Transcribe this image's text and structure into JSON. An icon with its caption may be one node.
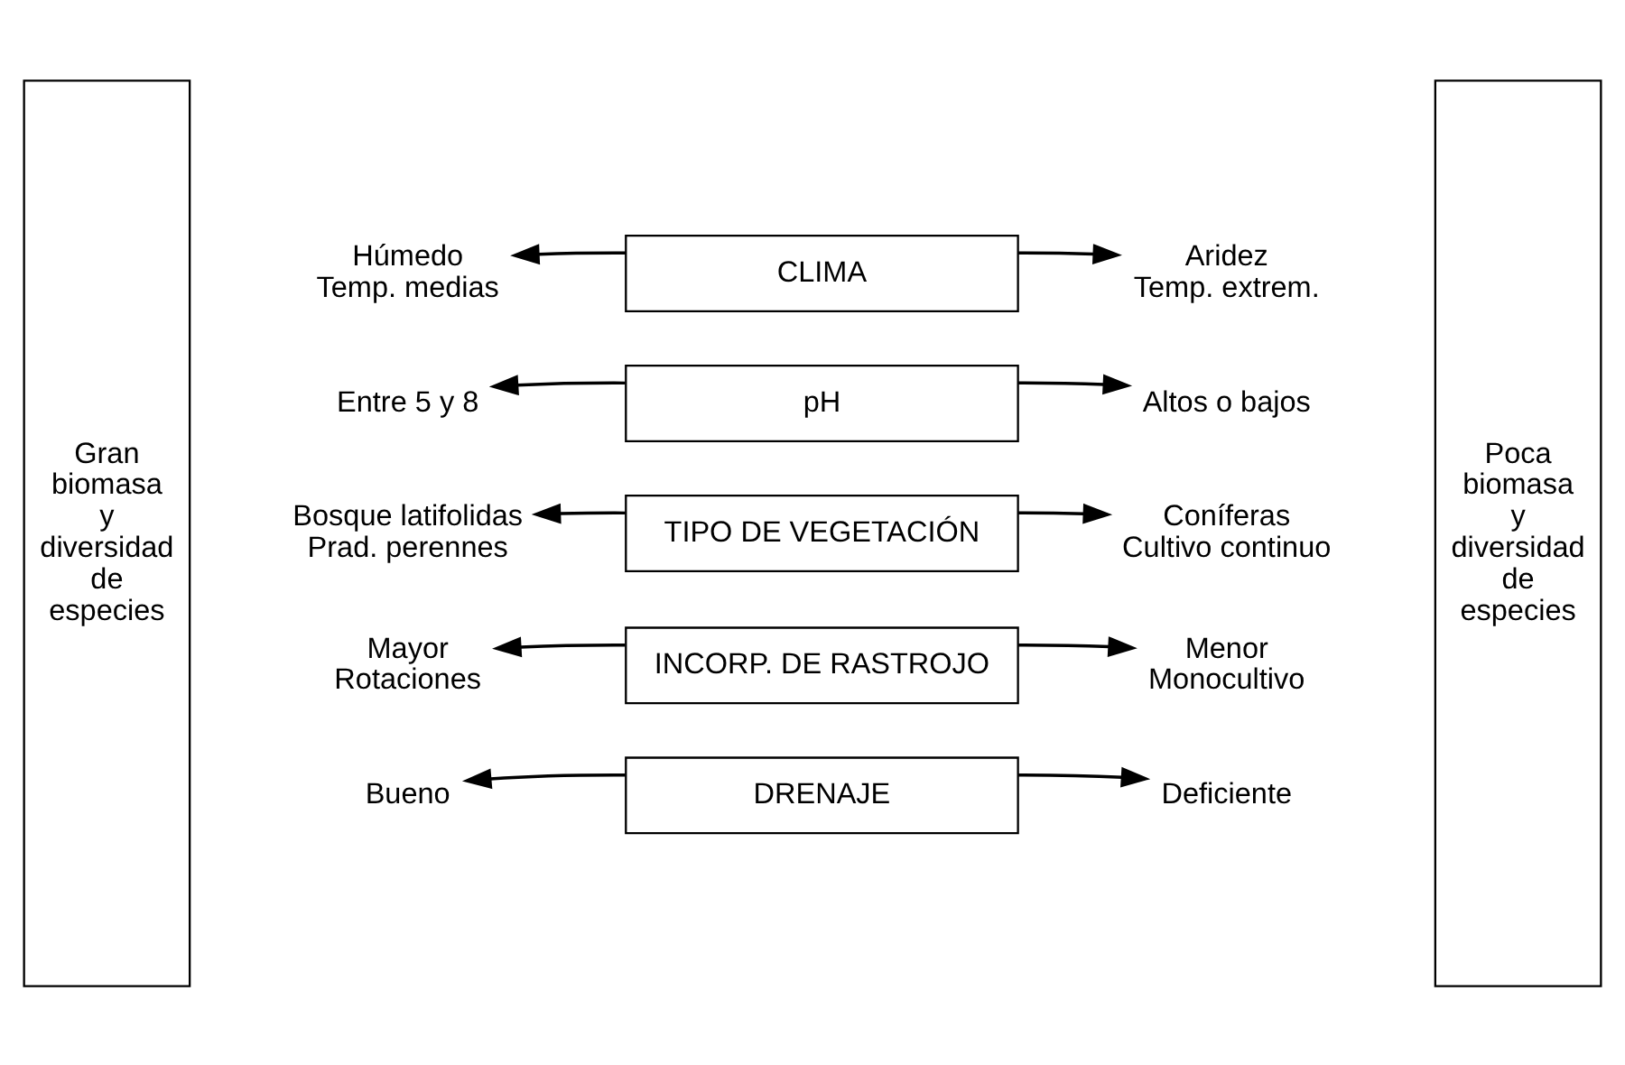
{
  "diagram": {
    "nodes": [
      {
        "text": [
          "Gran biomasa y diversidad de especies"
        ]
      },
      {
        "text": [
          "Húmedo",
          "Temp. medias"
        ]
      },
      {
        "text": [
          "CLIMA"
        ]
      },
      {
        "text": [
          "Aridez",
          "Temp. extrem."
        ]
      },
      {
        "text": [
          "Entre 5 y 8"
        ]
      },
      {
        "text": [
          "pH"
        ]
      },
      {
        "text": [
          "Altos o bajos"
        ]
      },
      {
        "text": [
          "Bosque latifolidas",
          "Prad. perennes"
        ]
      },
      {
        "text": [
          "TIPO DE VEGETACIÓN"
        ]
      },
      {
        "text": [
          "Coníferas",
          "Cultivo continuo"
        ]
      },
      {
        "text": [
          "Mayor",
          "Rotaciones"
        ]
      },
      {
        "text": [
          "INCORP. DE RASTROJO"
        ]
      },
      {
        "text": [
          "Menor",
          "Monocultivo"
        ]
      },
      {
        "text": [
          "Bueno"
        ]
      },
      {
        "text": [
          "DRENAJE"
        ]
      },
      {
        "text": [
          "Deficiente"
        ]
      },
      {
        "text": [
          "Poca biomasa y diversidad de especies"
        ]
      }
    ],
    "edges": [
      {
        "from": 2,
        "to": 1,
        "arrow": "to"
      },
      {
        "from": 2,
        "to": 3,
        "arrow": "to"
      },
      {
        "from": 5,
        "to": 4,
        "arrow": "to"
      },
      {
        "from": 5,
        "to": 6,
        "arrow": "to"
      },
      {
        "from": 8,
        "to": 7,
        "arrow": "to"
      },
      {
        "from": 8,
        "to": 9,
        "arrow": "to"
      },
      {
        "from": 11,
        "to": 10,
        "arrow": "to"
      },
      {
        "from": 11,
        "to": 12,
        "arrow": "to"
      },
      {
        "from": 14,
        "to": 13,
        "arrow": "to"
      },
      {
        "from": 14,
        "to": 15,
        "arrow": "to"
      }
    ]
  }
}
